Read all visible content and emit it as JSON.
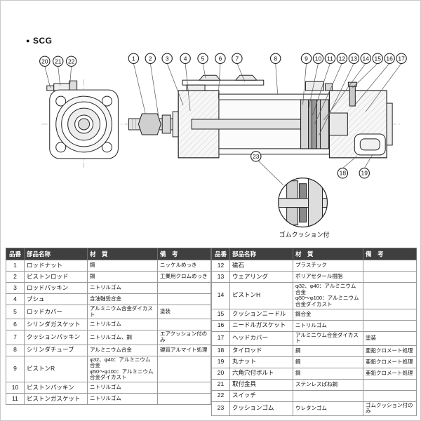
{
  "header": {
    "series_marker": "●",
    "series_name": "SCG"
  },
  "diagram": {
    "balloons": [
      "20",
      "21",
      "22",
      "1",
      "2",
      "3",
      "4",
      "5",
      "6",
      "7",
      "8",
      "9",
      "10",
      "11",
      "12",
      "13",
      "14",
      "15",
      "16",
      "17",
      "23",
      "18",
      "19"
    ],
    "detail_caption": "ゴムクッション付"
  },
  "table": {
    "headers": {
      "no": "品番",
      "name": "部品名称",
      "material": "材　質",
      "remarks": "備　考"
    },
    "left_rows": [
      {
        "no": "1",
        "name": "ロッドナット",
        "material": "鋼",
        "remark": "ニッケルめっき"
      },
      {
        "no": "2",
        "name": "ピストンロッド",
        "material": "鋼",
        "remark": "工業用クロムめっき"
      },
      {
        "no": "3",
        "name": "ロッドパッキン",
        "material": "ニトリルゴム",
        "remark": ""
      },
      {
        "no": "4",
        "name": "ブシュ",
        "material": "含油軸受合金",
        "remark": ""
      },
      {
        "no": "5",
        "name": "ロッドカバー",
        "material": "アルミニウム合金ダイカスト",
        "remark": "塗装"
      },
      {
        "no": "6",
        "name": "シリンダガスケット",
        "material": "ニトリルゴム",
        "remark": ""
      },
      {
        "no": "7",
        "name": "クッションパッキン",
        "material": "ニトリルゴム、鋼",
        "remark": "エアクッション付のみ"
      },
      {
        "no": "8",
        "name": "シリンダチューブ",
        "material": "アルミニウム合金",
        "remark": "硬質アルマイト処理"
      },
      {
        "no": "9",
        "name": "ピストンR",
        "material": "φ32、φ40：アルミニウム合金\nφ50〜φ100：アルミニウム合金ダイカスト",
        "remark": ""
      },
      {
        "no": "10",
        "name": "ピストンパッキン",
        "material": "ニトリルゴム",
        "remark": ""
      },
      {
        "no": "11",
        "name": "ピストンガスケット",
        "material": "ニトリルゴム",
        "remark": ""
      }
    ],
    "right_rows": [
      {
        "no": "12",
        "name": "磁石",
        "material": "プラスチック",
        "remark": ""
      },
      {
        "no": "13",
        "name": "ウェアリング",
        "material": "ポリアセタール樹脂",
        "remark": ""
      },
      {
        "no": "14",
        "name": "ピストンH",
        "material": "φ32、φ40：アルミニウム合金\nφ50〜φ100：アルミニウム合金ダイカスト",
        "remark": ""
      },
      {
        "no": "15",
        "name": "クッションニードル",
        "material": "鋼合金",
        "remark": ""
      },
      {
        "no": "16",
        "name": "ニードルガスケット",
        "material": "ニトリルゴム",
        "remark": ""
      },
      {
        "no": "17",
        "name": "ヘッドカバー",
        "material": "アルミニウム合金ダイカスト",
        "remark": "塗装"
      },
      {
        "no": "18",
        "name": "タイロッド",
        "material": "鋼",
        "remark": "亜鉛クロメート処理"
      },
      {
        "no": "19",
        "name": "丸ナット",
        "material": "鋼",
        "remark": "亜鉛クロメート処理"
      },
      {
        "no": "20",
        "name": "六角穴付ボルト",
        "material": "鋼",
        "remark": "亜鉛クロメート処理"
      },
      {
        "no": "21",
        "name": "取付金具",
        "material": "ステンレスばね鋼",
        "remark": ""
      },
      {
        "no": "22",
        "name": "スイッチ",
        "material": "",
        "remark": ""
      },
      {
        "no": "23",
        "name": "クッションゴム",
        "material": "ウレタンゴム",
        "remark": "ゴムクッション付のみ"
      }
    ]
  }
}
